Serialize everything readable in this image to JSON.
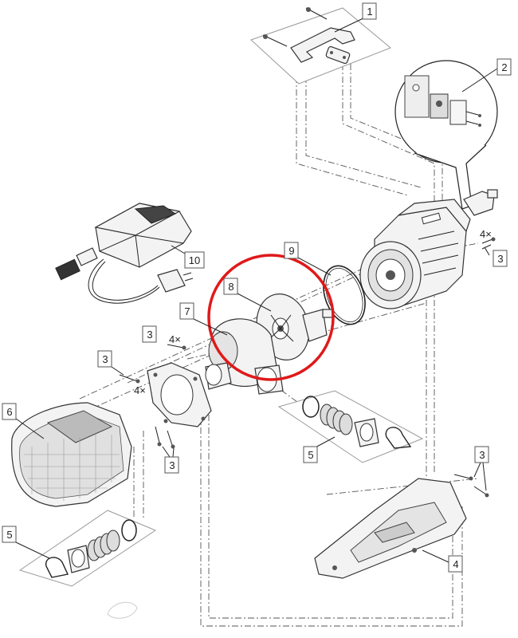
{
  "labels": {
    "p1": "1",
    "p2": "2",
    "p3a": "3",
    "p3b": "3",
    "p3c": "3",
    "p3d": "3",
    "p3e": "3",
    "p4": "4",
    "p5a": "5",
    "p5b": "5",
    "p6": "6",
    "p7": "7",
    "p8": "8",
    "p9": "9",
    "p10": "10",
    "qty4a": "4×",
    "qty4b": "4×",
    "qty4c": "4×"
  },
  "colors": {
    "line": "#222222",
    "highlight": "#e0191a",
    "part_fill": "#f3f3f3"
  },
  "highlight": {
    "target": "8",
    "shape": "circle"
  }
}
